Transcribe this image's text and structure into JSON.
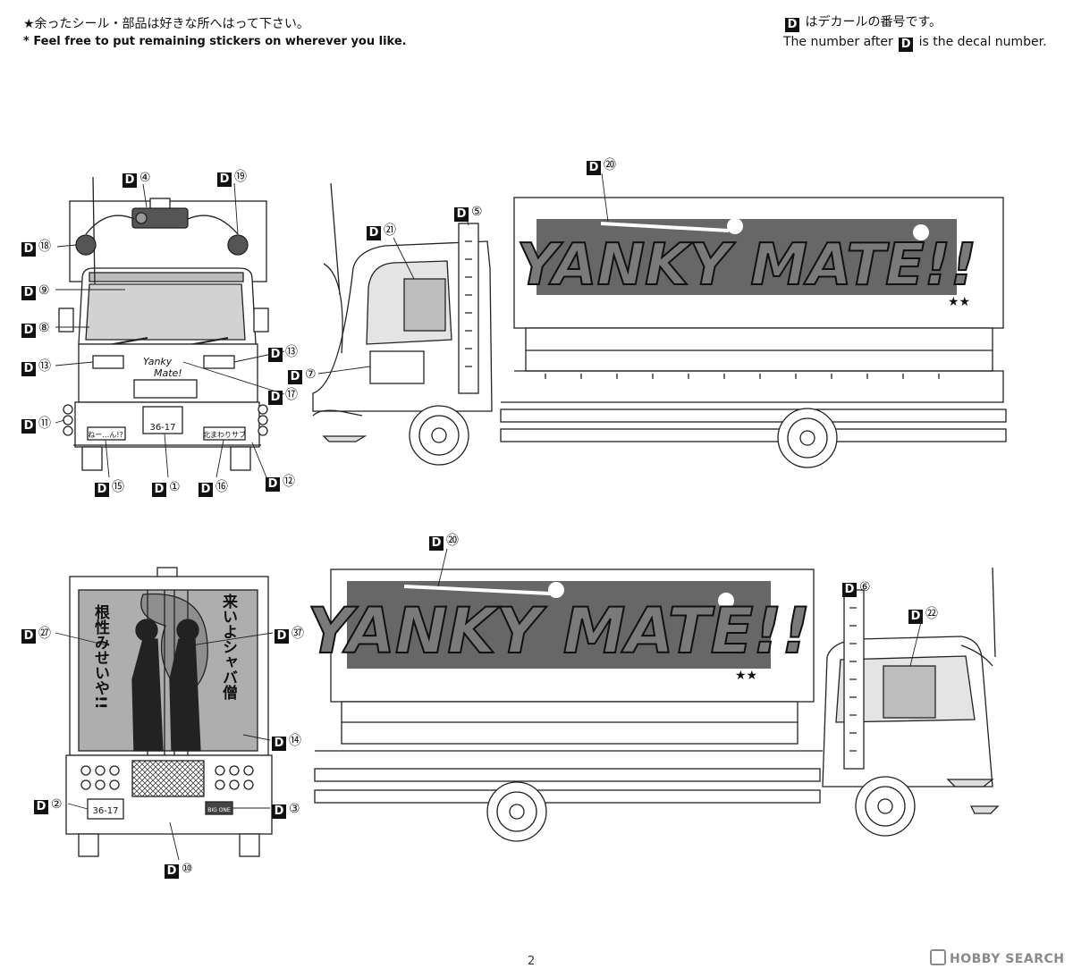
{
  "notes": {
    "left_jp": "★余ったシール・部品は好きな所へはって下さい。",
    "left_en": "* Feel free to put remaining stickers on wherever you like.",
    "right_jp_suffix": "はデカールの番号です。",
    "right_en_prefix": "The number after",
    "right_en_suffix": "is the decal number.",
    "d_letter": "D"
  },
  "callouts": {
    "front": [
      "④",
      "⑲",
      "⑱",
      "⑨",
      "⑧",
      "⑬",
      "⑬",
      "⑰",
      "⑪",
      "⑫",
      "⑮",
      "①",
      "⑯"
    ],
    "side_top": [
      "⑳",
      "⑤",
      "㉑",
      "⑦"
    ],
    "rear": [
      "㉗",
      "㊲",
      "⑭",
      "②",
      "③",
      "⑩"
    ],
    "side_bottom": [
      "⑳",
      "⑥",
      "㉒"
    ]
  },
  "decal_text": {
    "banner": "YANKY MATE!!",
    "stars": "★★",
    "front_logo_line1": "Yanky",
    "front_logo_line2": "Mate!",
    "plate_front": "36-17",
    "plate_rear": "36-17",
    "rear_left_vertical": "根性みせいや!!",
    "rear_right_vertical": "来いよシャバ僧",
    "front_plate_left": "ねー…ん!?",
    "front_plate_right": "北まわりサブ",
    "rear_plate_right": "BIG ONE"
  },
  "footer": {
    "page": "2",
    "watermark": "HOBBY SEARCH"
  }
}
